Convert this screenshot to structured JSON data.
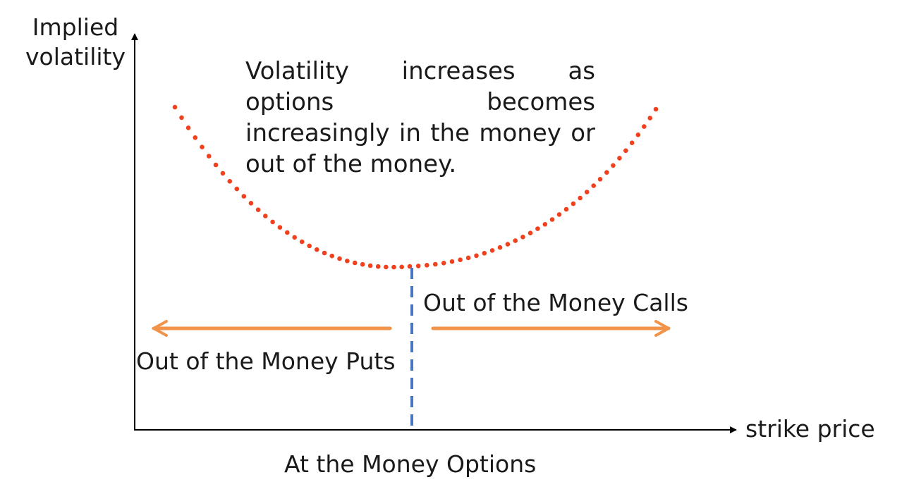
{
  "axes": {
    "y_label_line1": "Implied",
    "y_label_line2": "volatility",
    "x_label": "strike price"
  },
  "annotations": {
    "note": "Volatility increases as options becomes increasingly in the money or out of the money.",
    "calls": "Out of the Money Calls",
    "puts": "Out of the Money Puts",
    "atm": "At the Money Options"
  },
  "colors": {
    "smile": "#f0401e",
    "atm_line": "#4a76c0",
    "arrows": "#f2934a",
    "axes": "#000000"
  }
}
